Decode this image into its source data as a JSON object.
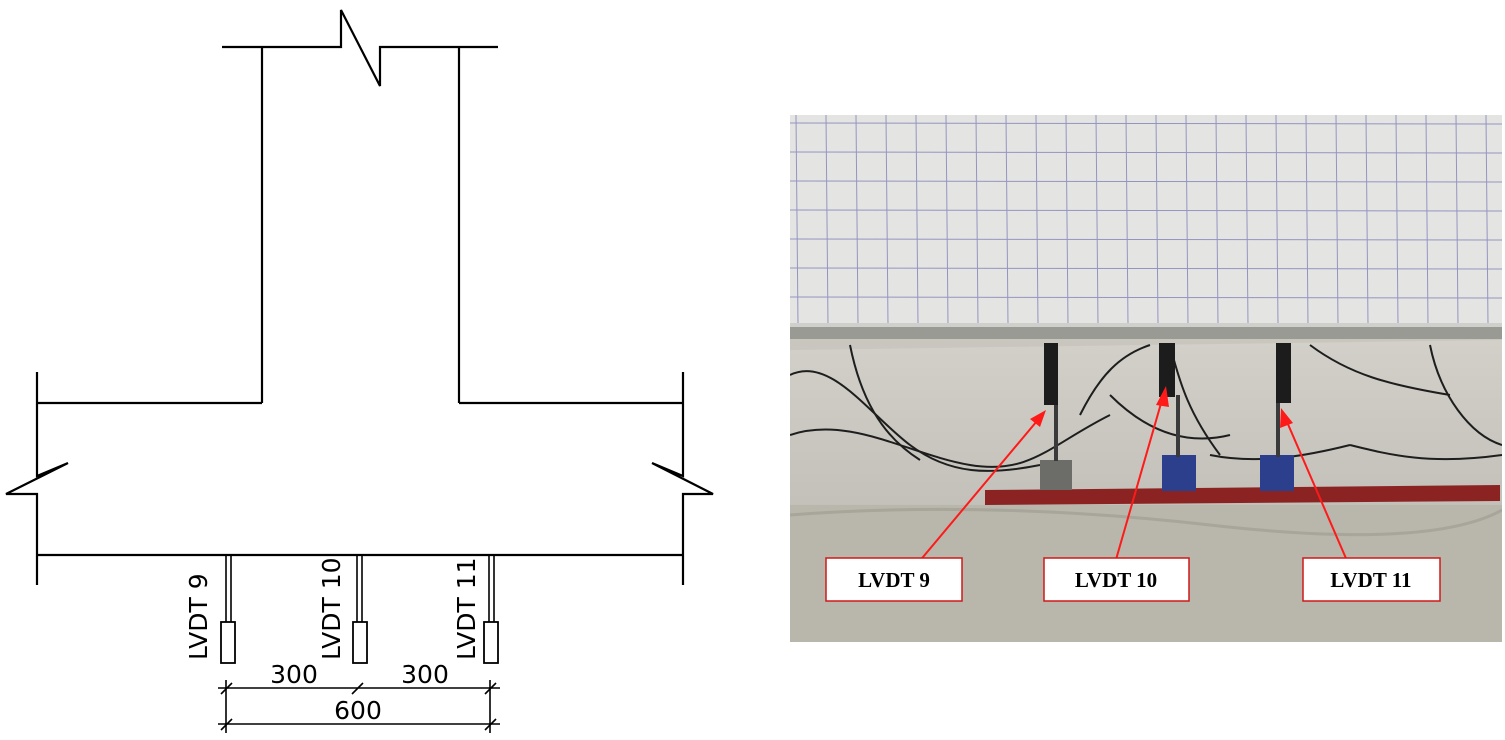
{
  "diagram": {
    "sensors": [
      {
        "label": "LVDT 9"
      },
      {
        "label": "LVDT 10"
      },
      {
        "label": "LVDT 11"
      }
    ],
    "dimensions": {
      "left_segment": "300",
      "right_segment": "300",
      "total": "600"
    }
  },
  "photo": {
    "callouts": [
      {
        "label": "LVDT 9"
      },
      {
        "label": "LVDT 10"
      },
      {
        "label": "LVDT 11"
      }
    ],
    "colors": {
      "wall": "#e4e4e2",
      "grid": "#7a7ab8",
      "floor": "#c9c7bf",
      "rail": "#8b2323",
      "arrow": "#ff1a1a"
    }
  }
}
